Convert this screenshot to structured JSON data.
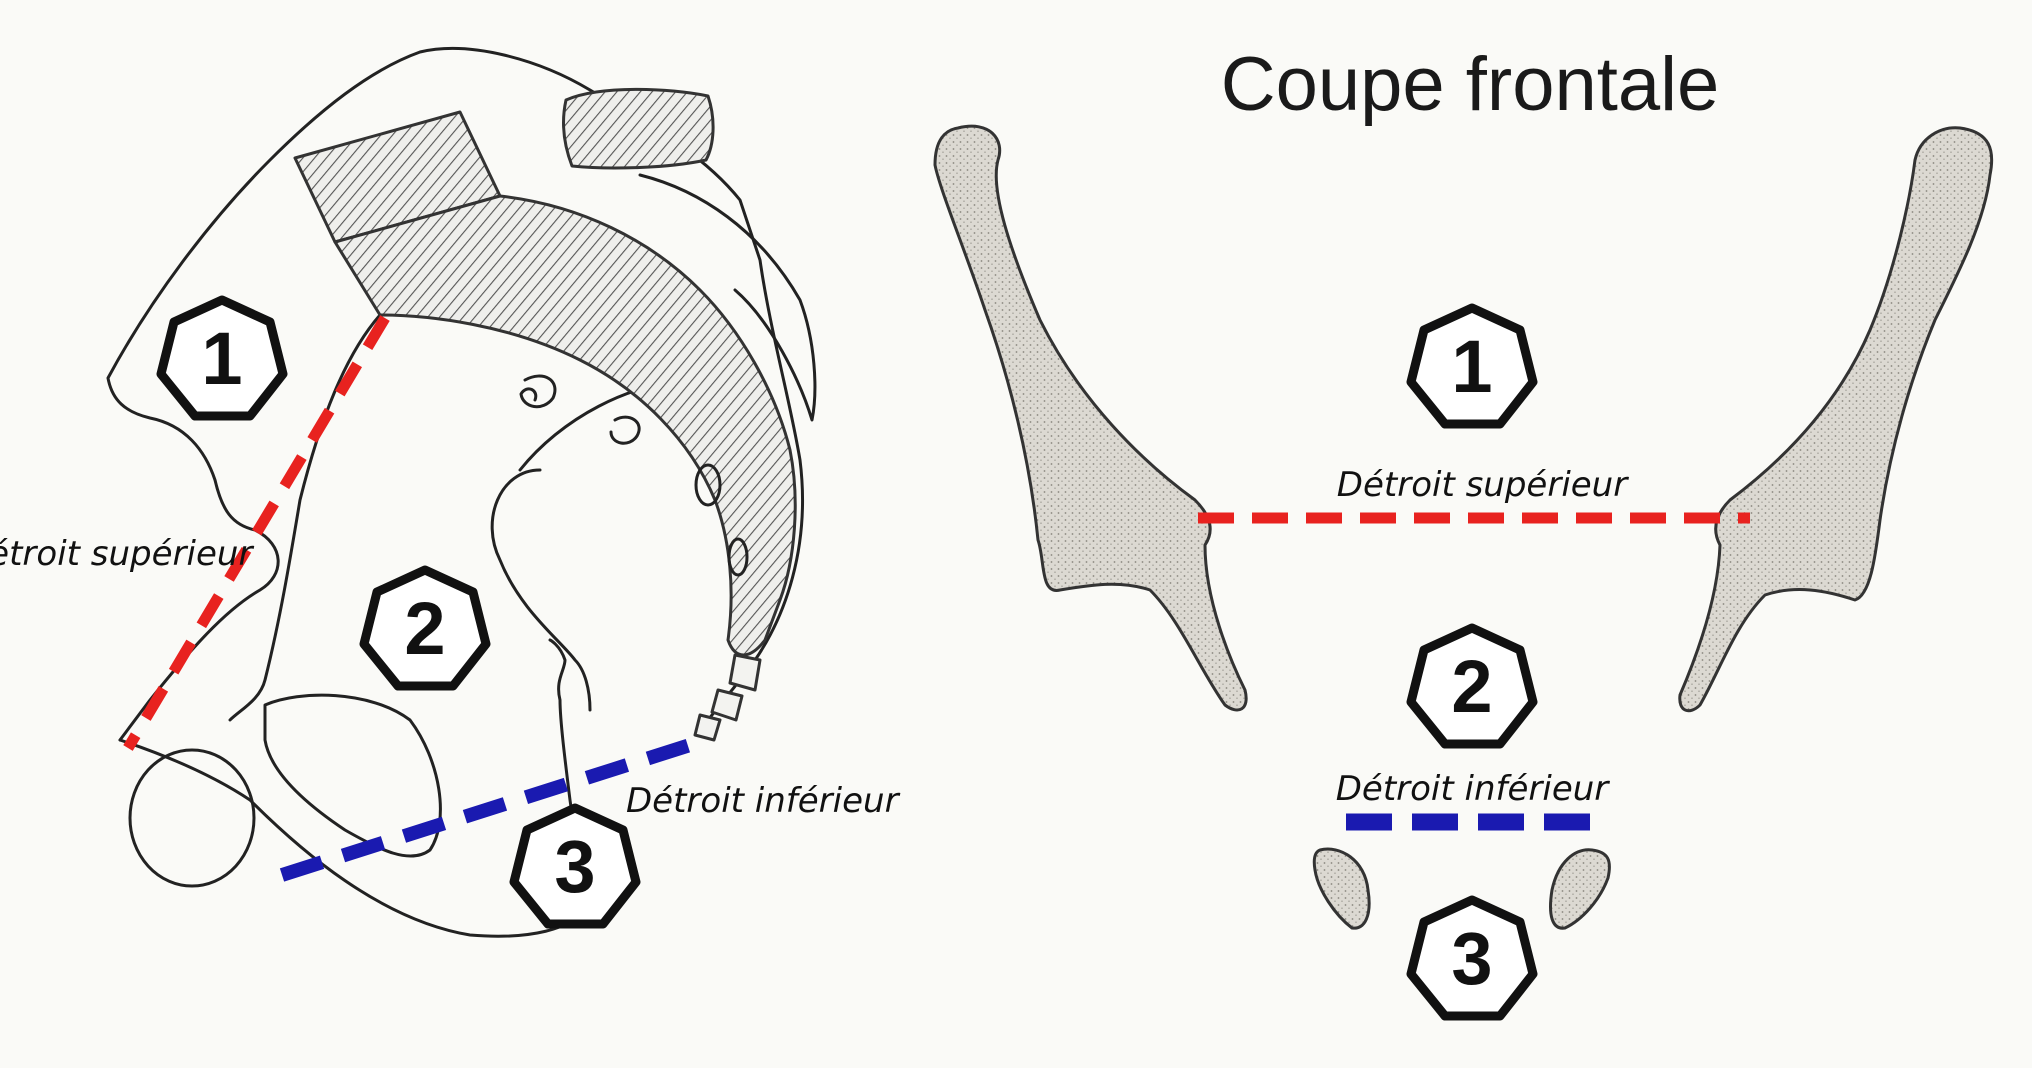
{
  "title": "Coupe frontale",
  "labels": {
    "sagittal_superior": "Détroit supérieur",
    "sagittal_inferior": "Détroit inférieur",
    "frontal_superior": "Détroit supérieur",
    "frontal_inferior": "Détroit inférieur"
  },
  "badges": {
    "sagittal": [
      "1",
      "2",
      "3"
    ],
    "frontal": [
      "1",
      "2",
      "3"
    ]
  },
  "colors": {
    "superior_strait": "#e8221f",
    "inferior_strait": "#1a1ab0",
    "bone_fill": "#d9d6cf",
    "outline": "#222222"
  }
}
